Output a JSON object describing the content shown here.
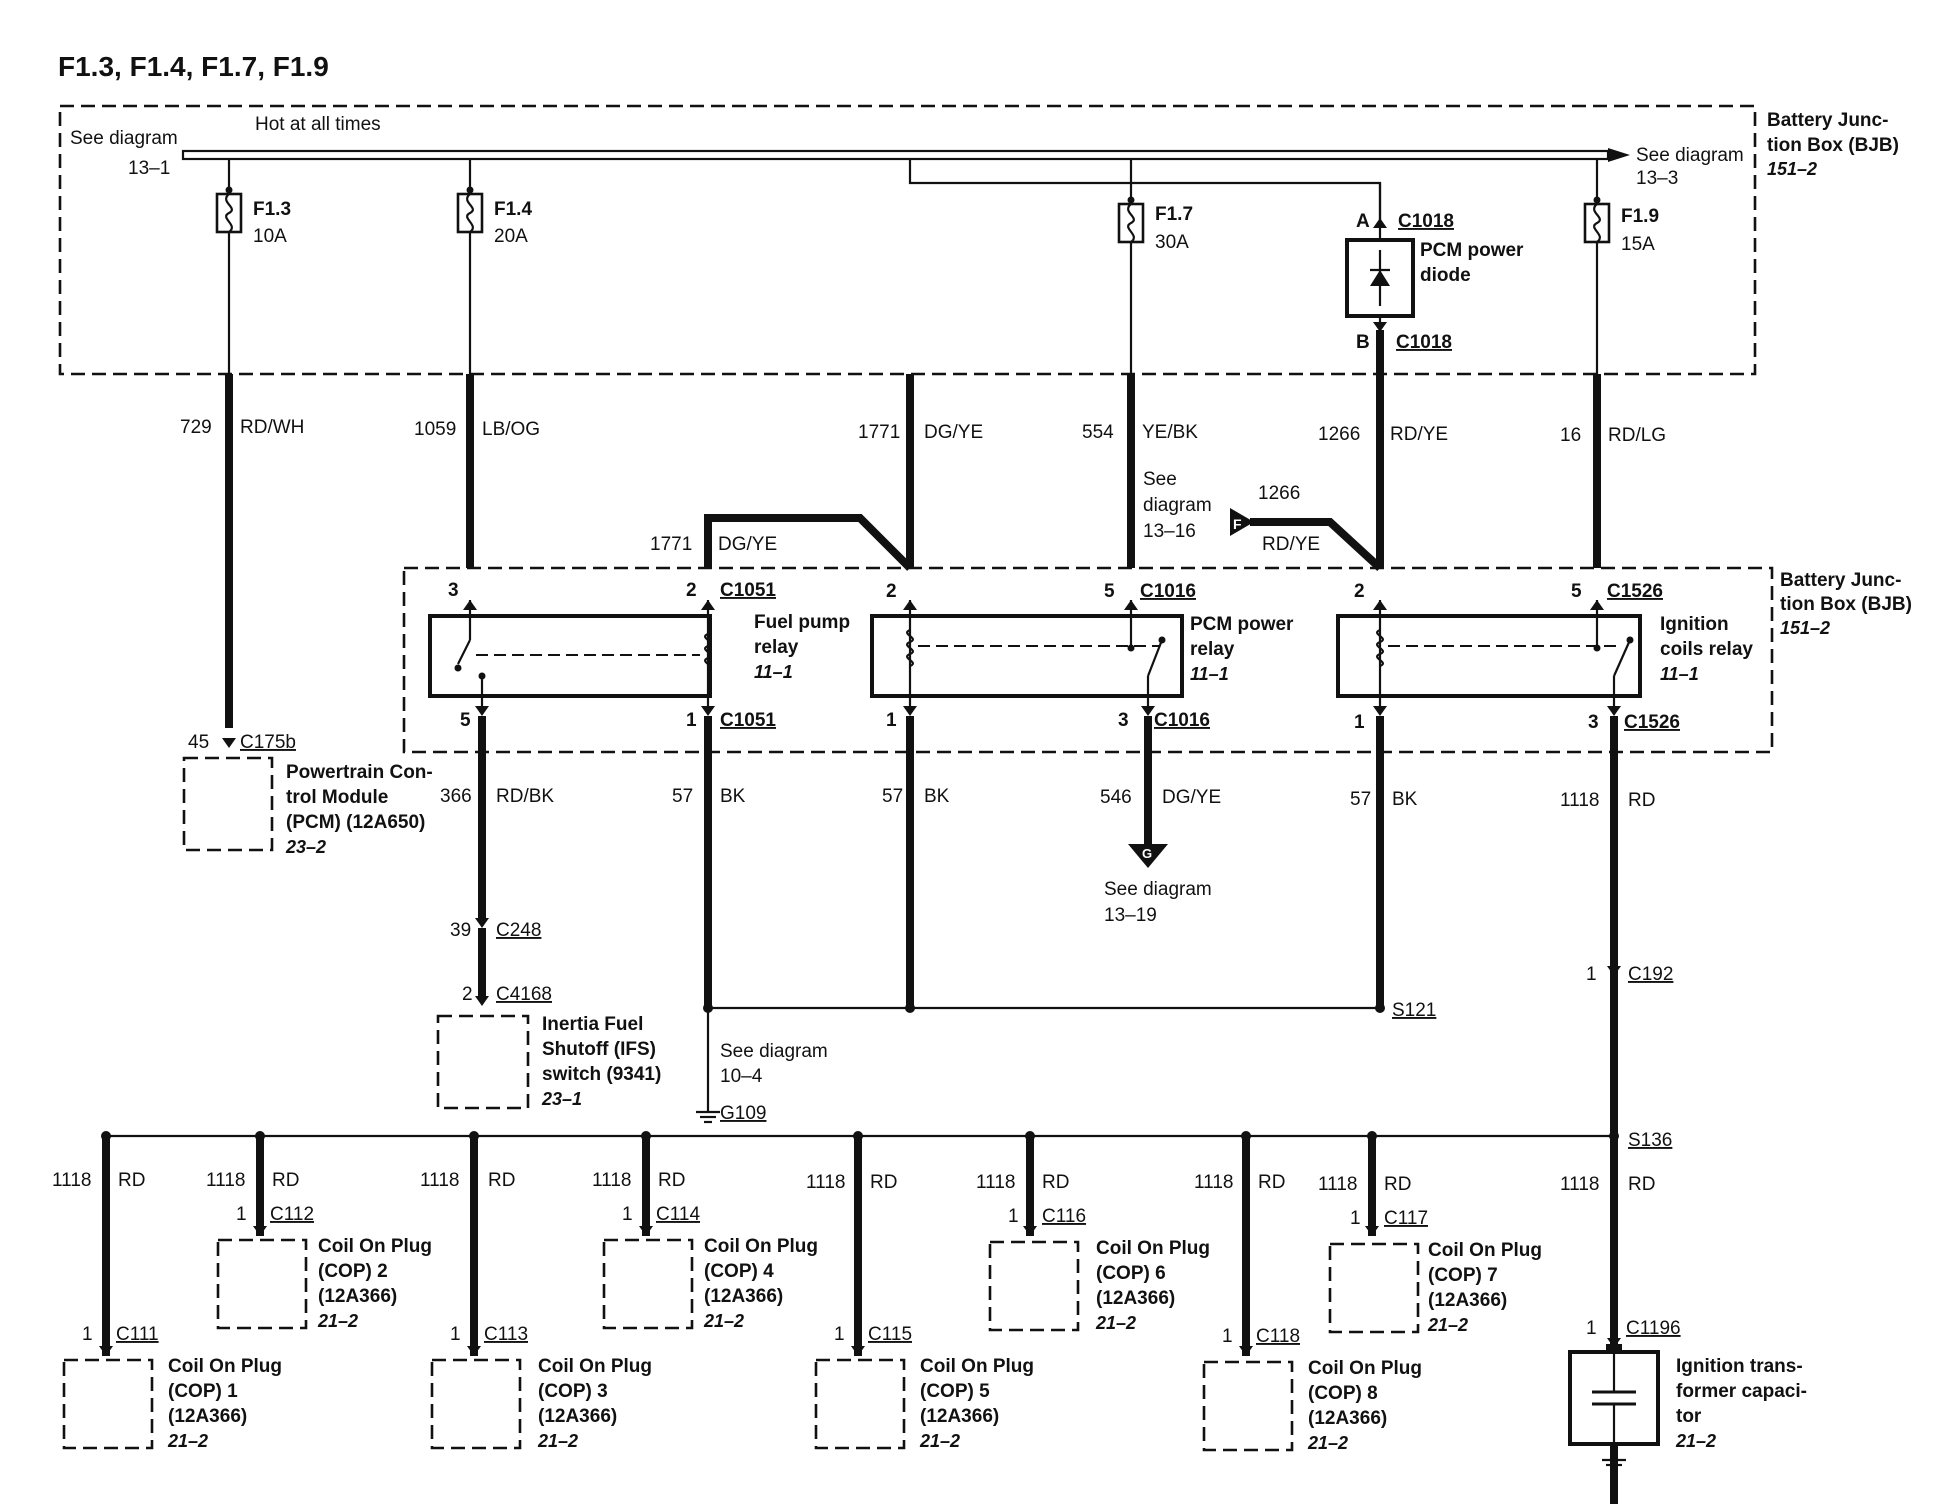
{
  "title": "F1.3, F1.4, F1.7, F1.9",
  "bus": {
    "label": "Hot at all times",
    "ref_left": [
      "See diagram",
      "13–1"
    ],
    "ref_right": [
      "See diagram",
      "13–3"
    ]
  },
  "bjb_top": [
    "Battery Junc-",
    "tion Box (BJB)",
    "151–2"
  ],
  "bjb_mid": [
    "Battery Junc-",
    "tion Box (BJB)",
    "151–2"
  ],
  "fuses": [
    {
      "id": "F1.3",
      "rating": "10A"
    },
    {
      "id": "F1.4",
      "rating": "20A"
    },
    {
      "id": "F1.7",
      "rating": "30A"
    },
    {
      "id": "F1.9",
      "rating": "15A"
    }
  ],
  "diode": {
    "label": [
      "PCM power",
      "diode"
    ],
    "pin_a": "A",
    "pin_b": "B",
    "conn": "C1018"
  },
  "wires_upper": [
    {
      "circuit": "729",
      "color": "RD/WH"
    },
    {
      "circuit": "1059",
      "color": "LB/OG"
    },
    {
      "circuit": "1771",
      "color": "DG/YE"
    },
    {
      "circuit": "554",
      "color": "YE/BK"
    },
    {
      "circuit": "1266",
      "color": "RD/YE"
    },
    {
      "circuit": "16",
      "color": "RD/LG"
    }
  ],
  "jumper_left": {
    "circuit": "1771",
    "color": "DG/YE"
  },
  "jumper_right": {
    "circuit": "1266",
    "color": "RD/YE",
    "ref": [
      "See",
      "diagram",
      "13–16"
    ],
    "tag": "F"
  },
  "relays": [
    {
      "name": [
        "Fuel pump",
        "relay"
      ],
      "ref": "11–1",
      "conn": "C1051",
      "pins_top": [
        "3",
        "2"
      ],
      "pins_bottom": [
        "5",
        "1"
      ]
    },
    {
      "name": [
        "PCM power",
        "relay"
      ],
      "ref": "11–1",
      "conn": "C1016",
      "pins_top": [
        "2",
        "5"
      ],
      "pins_bottom": [
        "1",
        "3"
      ]
    },
    {
      "name": [
        "Ignition",
        "coils relay"
      ],
      "ref": "11–1",
      "conn": "C1526",
      "pins_top": [
        "2",
        "5"
      ],
      "pins_bottom": [
        "1",
        "3"
      ]
    }
  ],
  "pcm": {
    "pin": "45",
    "conn": "C175b",
    "name": [
      "Powertrain Con-",
      "trol Module",
      "(PCM) (12A650)"
    ],
    "ref": "23–2"
  },
  "wires_lower": [
    {
      "circuit": "366",
      "color": "RD/BK"
    },
    {
      "circuit": "57",
      "color": "BK"
    },
    {
      "circuit": "57",
      "color": "BK"
    },
    {
      "circuit": "546",
      "color": "DG/YE"
    },
    {
      "circuit": "57",
      "color": "BK"
    },
    {
      "circuit": "1118",
      "color": "RD"
    }
  ],
  "see_g": {
    "tag": "G",
    "ref": [
      "See diagram",
      "13–19"
    ]
  },
  "c248": {
    "pin": "39",
    "conn": "C248"
  },
  "ifs": {
    "pin": "2",
    "conn": "C4168",
    "name": [
      "Inertia Fuel",
      "Shutoff (IFS)",
      "switch (9341)"
    ],
    "ref": "23–1"
  },
  "s121": "S121",
  "ground": {
    "ref": [
      "See diagram",
      "10–4"
    ],
    "name": "G109"
  },
  "c192": {
    "pin": "1",
    "conn": "C192"
  },
  "s136": "S136",
  "coils": [
    {
      "name": [
        "Coil On Plug",
        "(COP) 1",
        "(12A366)"
      ],
      "ref": "21–2",
      "pin": "1",
      "conn": "C111",
      "circuit": "1118",
      "color": "RD"
    },
    {
      "name": [
        "Coil On Plug",
        "(COP) 2",
        "(12A366)"
      ],
      "ref": "21–2",
      "pin": "1",
      "conn": "C112",
      "circuit": "1118",
      "color": "RD"
    },
    {
      "name": [
        "Coil On Plug",
        "(COP) 3",
        "(12A366)"
      ],
      "ref": "21–2",
      "pin": "1",
      "conn": "C113",
      "circuit": "1118",
      "color": "RD"
    },
    {
      "name": [
        "Coil On Plug",
        "(COP) 4",
        "(12A366)"
      ],
      "ref": "21–2",
      "pin": "1",
      "conn": "C114",
      "circuit": "1118",
      "color": "RD"
    },
    {
      "name": [
        "Coil On Plug",
        "(COP) 5",
        "(12A366)"
      ],
      "ref": "21–2",
      "pin": "1",
      "conn": "C115",
      "circuit": "1118",
      "color": "RD"
    },
    {
      "name": [
        "Coil On Plug",
        "(COP) 6",
        "(12A366)"
      ],
      "ref": "21–2",
      "pin": "1",
      "conn": "C116",
      "circuit": "1118",
      "color": "RD"
    },
    {
      "name": [
        "Coil On Plug",
        "(COP) 7",
        "(12A366)"
      ],
      "ref": "21–2",
      "pin": "1",
      "conn": "C117",
      "circuit": "1118",
      "color": "RD"
    },
    {
      "name": [
        "Coil On Plug",
        "(COP) 8",
        "(12A366)"
      ],
      "ref": "21–2",
      "pin": "1",
      "conn": "C118",
      "circuit": "1118",
      "color": "RD"
    }
  ],
  "capacitor": {
    "pin": "1",
    "conn": "C1196",
    "circuit": "1118",
    "color": "RD",
    "name": [
      "Ignition trans-",
      "former capaci-",
      "tor"
    ],
    "ref": "21–2"
  }
}
